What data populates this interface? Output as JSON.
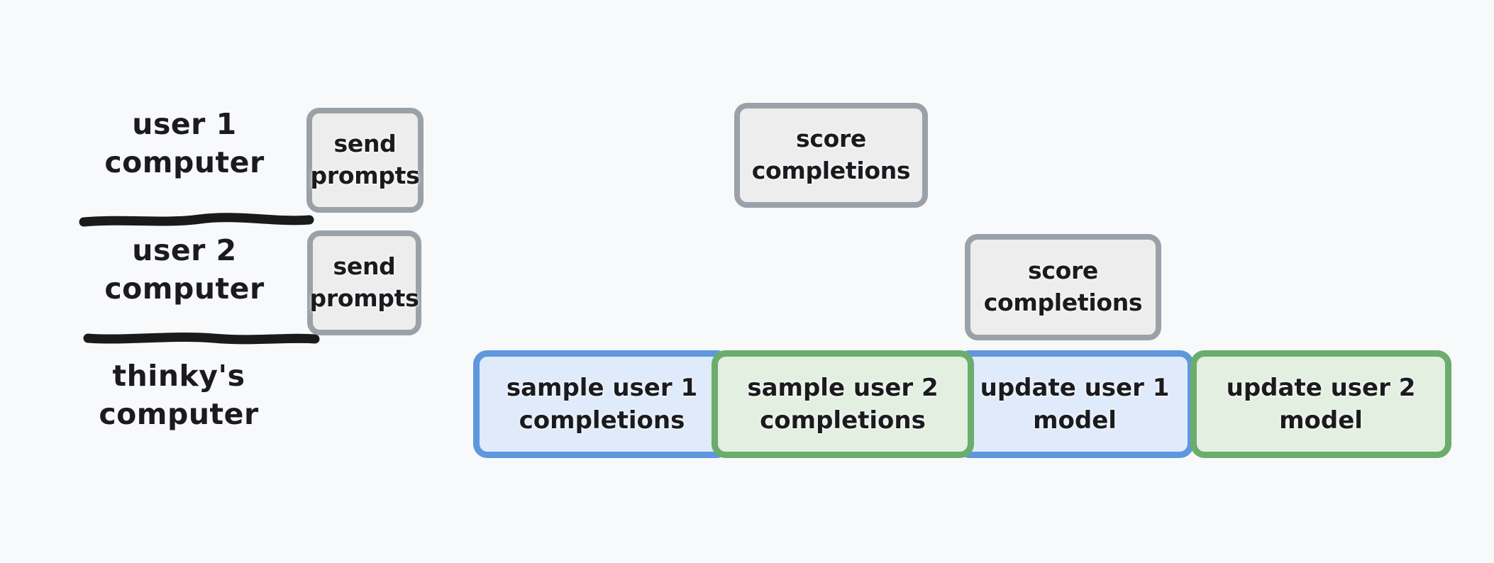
{
  "diagram": {
    "lanes": [
      {
        "id": "user1-computer",
        "label_line1": "user 1",
        "label_line2": "computer"
      },
      {
        "id": "user2-computer",
        "label_line1": "user 2",
        "label_line2": "computer"
      },
      {
        "id": "thinkys-computer",
        "label_line1": "thinky's",
        "label_line2": "computer"
      }
    ],
    "boxes": [
      {
        "id": "send-prompts-user1",
        "line1": "send",
        "line2": "prompts",
        "variant": "gray"
      },
      {
        "id": "score-completions-user1",
        "line1": "score",
        "line2": "completions",
        "variant": "gray"
      },
      {
        "id": "send-prompts-user2",
        "line1": "send",
        "line2": "prompts",
        "variant": "gray"
      },
      {
        "id": "score-completions-user2",
        "line1": "score",
        "line2": "completions",
        "variant": "gray"
      },
      {
        "id": "sample-user1-completions",
        "line1": "sample user 1",
        "line2": "completions",
        "variant": "blue"
      },
      {
        "id": "sample-user2-completions",
        "line1": "sample user 2",
        "line2": "completions",
        "variant": "green"
      },
      {
        "id": "update-user1-model",
        "line1": "update user 1",
        "line2": "model",
        "variant": "blue"
      },
      {
        "id": "update-user2-model",
        "line1": "update user 2",
        "line2": "model",
        "variant": "green"
      }
    ],
    "colors": {
      "background": "#f8f9fa",
      "text": "#1b1b1f",
      "line": "#1a1a1a",
      "gray_border": "#9aa1a9",
      "gray_fill": "#ededee",
      "blue_border": "#5e97dd",
      "blue_fill": "#dfeafa",
      "green_border": "#6aad6c",
      "green_fill": "#e3efe1"
    }
  }
}
